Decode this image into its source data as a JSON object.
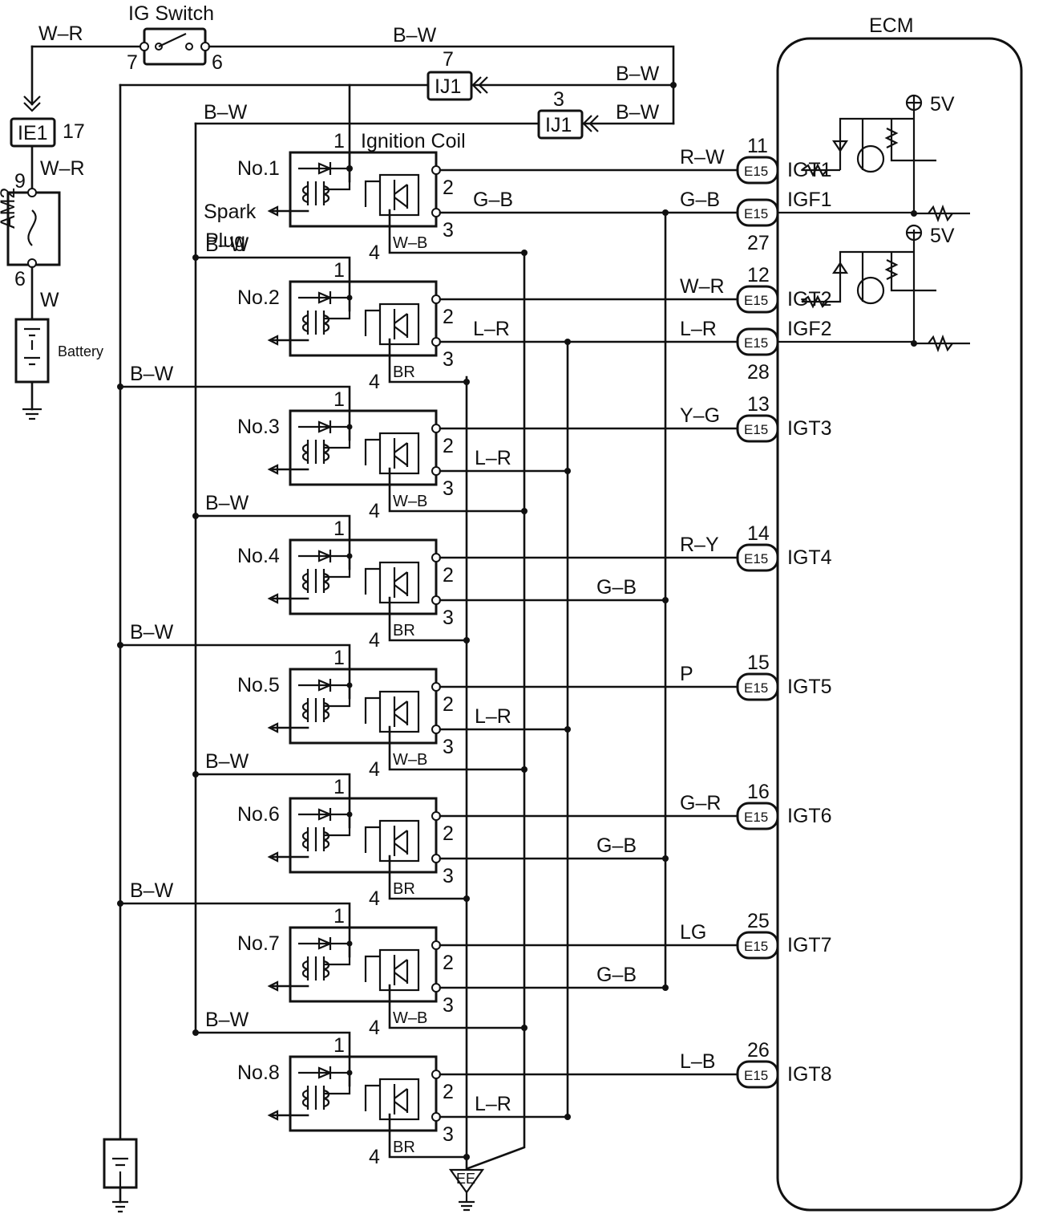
{
  "diagram": {
    "ig_switch": {
      "label": "IG Switch",
      "pin_in": "7",
      "pin_out": "6"
    },
    "ecm": {
      "label": "ECM",
      "supply": "5V"
    },
    "connectors": {
      "ij1_a": "IJ1",
      "ij1_a_pin": "7",
      "ij1_b": "IJ1",
      "ij1_b_pin": "3",
      "ie1": "IE1",
      "ie1_pin": "17"
    },
    "fuse": {
      "label": "AM2",
      "pin_top": "9",
      "pin_bottom": "6"
    },
    "battery": {
      "label": "Battery"
    },
    "ground": {
      "label": "EE"
    },
    "coil_title": "Ignition Coil",
    "spark_plug": [
      "Spark",
      "Plug"
    ],
    "wires": {
      "wr": "W–R",
      "bw": "B–W",
      "w": "W"
    },
    "coil_pins": {
      "p1": "1",
      "p2": "2",
      "p3": "3",
      "p4": "4"
    },
    "coils": [
      {
        "name": "No.1",
        "ground_color": "W–B",
        "igt_color": "R–W",
        "igf_color": "G–B",
        "igt_pin": "11",
        "igt_label": "IGT1",
        "igf_label": "IGF1",
        "igf_pin": "27",
        "connector": "E15"
      },
      {
        "name": "No.2",
        "ground_color": "BR",
        "igt_color": "W–R",
        "igf_color": "L–R",
        "igt_pin": "12",
        "igt_label": "IGT2",
        "igf_label": "IGF2",
        "igf_pin": "28",
        "connector": "E15"
      },
      {
        "name": "No.3",
        "ground_color": "W–B",
        "igt_color": "Y–G",
        "igf_color": "L–R",
        "igt_pin": "13",
        "igt_label": "IGT3",
        "connector": "E15"
      },
      {
        "name": "No.4",
        "ground_color": "BR",
        "igt_color": "R–Y",
        "igf_color": "G–B",
        "igt_pin": "14",
        "igt_label": "IGT4",
        "connector": "E15"
      },
      {
        "name": "No.5",
        "ground_color": "W–B",
        "igt_color": "P",
        "igf_color": "L–R",
        "igt_pin": "15",
        "igt_label": "IGT5",
        "connector": "E15"
      },
      {
        "name": "No.6",
        "ground_color": "BR",
        "igt_color": "G–R",
        "igf_color": "G–B",
        "igt_pin": "16",
        "igt_label": "IGT6",
        "connector": "E15"
      },
      {
        "name": "No.7",
        "ground_color": "W–B",
        "igt_color": "LG",
        "igf_color": "G–B",
        "igt_pin": "25",
        "igt_label": "IGT7",
        "connector": "E15"
      },
      {
        "name": "No.8",
        "ground_color": "BR",
        "igt_color": "L–B",
        "igf_color": "L–R",
        "igt_pin": "26",
        "igt_label": "IGT8",
        "connector": "E15"
      }
    ]
  }
}
